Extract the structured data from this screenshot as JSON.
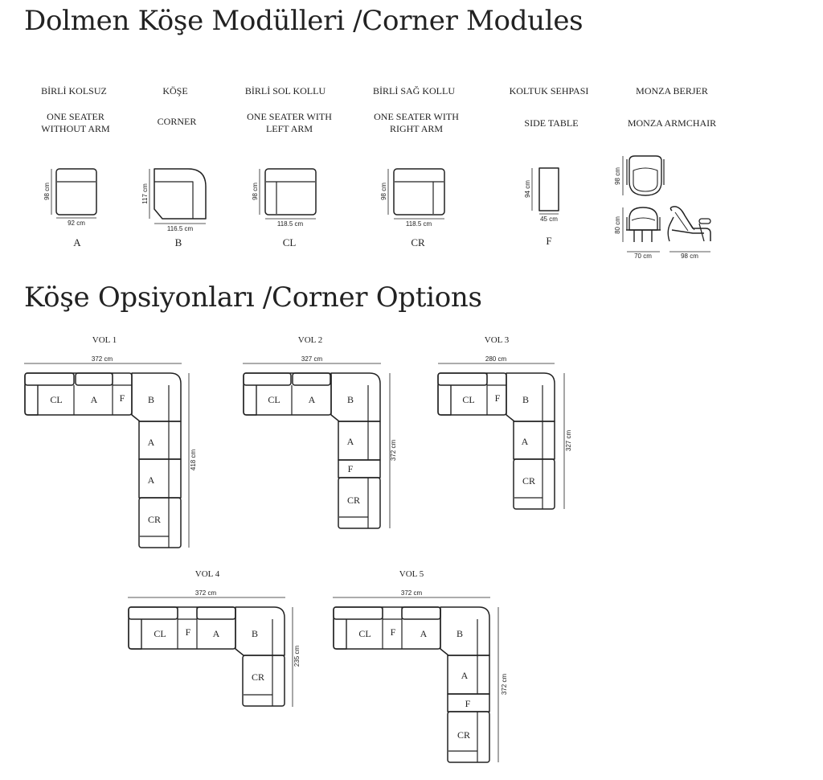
{
  "section_titles": {
    "modules": "Dolmen Köşe Modülleri /Corner Modules",
    "options": "Köşe Opsiyonları /Corner Options"
  },
  "modules": [
    {
      "tr": "BİRLİ KOLSUZ",
      "en": [
        "ONE SEATER",
        "WITHOUT ARM"
      ],
      "code": "A",
      "width": "92 cm",
      "depth": "98 cm"
    },
    {
      "tr": "KÖŞE",
      "en": [
        "CORNER"
      ],
      "code": "B",
      "width": "116.5 cm",
      "depth": "117 cm"
    },
    {
      "tr": "BİRLİ SOL KOLLU",
      "en": [
        "ONE SEATER WITH",
        "LEFT ARM"
      ],
      "code": "CL",
      "width": "118.5 cm",
      "depth": "98 cm"
    },
    {
      "tr": "BİRLİ SAĞ KOLLU",
      "en": [
        "ONE SEATER WITH",
        "RIGHT ARM"
      ],
      "code": "CR",
      "width": "118.5 cm",
      "depth": "98 cm"
    },
    {
      "tr": "KOLTUK SEHPASI",
      "en": [
        "SIDE TABLE"
      ],
      "code": "F",
      "width": "45 cm",
      "depth": "94 cm"
    },
    {
      "tr": "MONZA BERJER",
      "en": [
        "MONZA ARMCHAIR"
      ],
      "code": "",
      "width": "70 cm",
      "depth": "98 cm",
      "side_depth": "98 cm",
      "height": "80 cm"
    }
  ],
  "options": [
    {
      "label": "VOL 1",
      "width": "372 cm",
      "depth": "418 cm",
      "top_row": [
        "CL",
        "A",
        "F",
        "B"
      ],
      "column": [
        "A",
        "A",
        "CR"
      ]
    },
    {
      "label": "VOL 2",
      "width": "327 cm",
      "depth": "372 cm",
      "top_row": [
        "CL",
        "A",
        "B"
      ],
      "column": [
        "A",
        "F",
        "CR"
      ]
    },
    {
      "label": "VOL 3",
      "width": "280 cm",
      "depth": "327 cm",
      "top_row": [
        "CL",
        "F",
        "B"
      ],
      "column": [
        "A",
        "CR"
      ]
    },
    {
      "label": "VOL 4",
      "width": "372 cm",
      "depth": "235 cm",
      "top_row": [
        "CL",
        "F",
        "A",
        "B"
      ],
      "column": [
        "CR"
      ]
    },
    {
      "label": "VOL 5",
      "width": "372 cm",
      "depth": "372 cm",
      "top_row": [
        "CL",
        "F",
        "A",
        "B"
      ],
      "column": [
        "A",
        "F",
        "CR"
      ]
    }
  ]
}
